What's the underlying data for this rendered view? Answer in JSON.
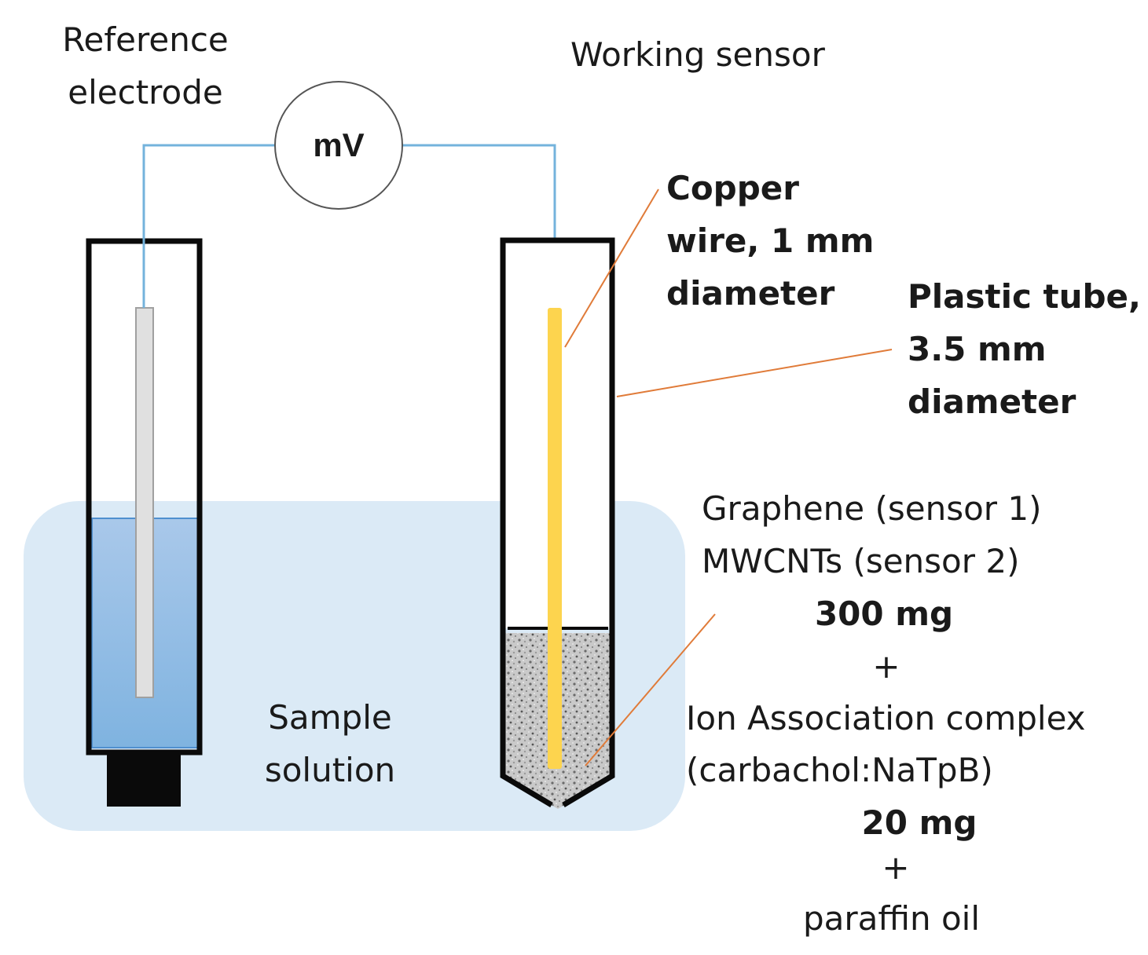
{
  "labels": {
    "reference_electrode": [
      "Reference",
      "electrode"
    ],
    "working_sensor": "Working sensor",
    "meter": "mV",
    "copper_wire": [
      "Copper",
      "wire, 1 mm",
      "diameter"
    ],
    "plastic_tube": [
      "Plastic tube,",
      "3.5 mm",
      "diameter"
    ],
    "sample_solution": [
      "Sample",
      "solution"
    ],
    "composition": {
      "line1": "Graphene (sensor 1)",
      "line2": "MWCNTs (sensor 2)",
      "amount1": "300 mg",
      "plus1": "+",
      "line3": "Ion Association complex",
      "line4": "(carbachol:NaTpB)",
      "amount2": "20 mg",
      "plus2": "+",
      "line5": "paraffin oil"
    }
  },
  "colors": {
    "wire": "#74b3dc",
    "sample_bath": "#dbeaf6",
    "reference_solution_top": "#a9c8ea",
    "reference_solution_bottom": "#7fb3e0",
    "copper_wire": "#fdd44e",
    "leader_line": "#e07b39",
    "outline": "#0a0a0a"
  }
}
